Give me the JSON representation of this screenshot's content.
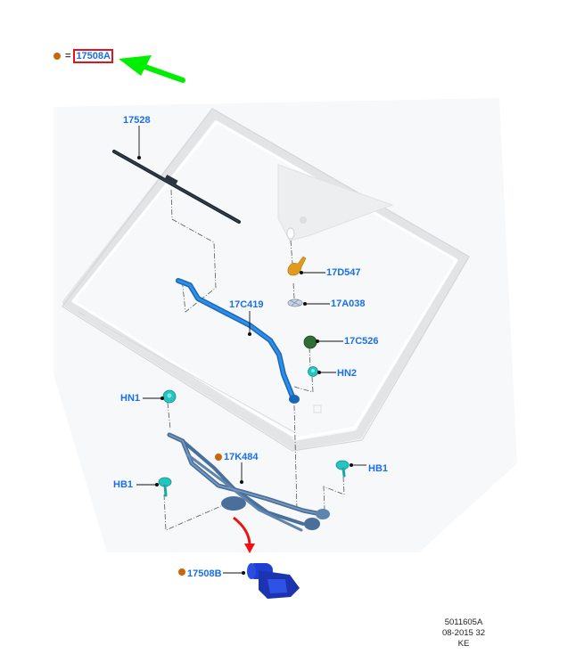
{
  "legend": {
    "marker_color": "#c8660c",
    "equals": "=",
    "part": "17508A",
    "highlight_color": "#e0161e",
    "pointer_arrow_color": "#00ee00"
  },
  "callouts": {
    "wiper_blade": "17528",
    "wiper_arm": "17C419",
    "arm_cover_top": "17D547",
    "retainer_clip": "17A038",
    "pivot_cap": "17C526",
    "nut_hn2": "HN2",
    "nut_hn1": "HN1",
    "linkage": "17K484",
    "bolt_hb1_left": "HB1",
    "bolt_hb1_right": "HB1",
    "motor": "17508B"
  },
  "colors": {
    "label": "#1a6fe8",
    "wiper_arm": "#1f7fd6",
    "linkage": "#4a6f9a",
    "motor": "#1f3fd0",
    "fastener": "#26c4c0",
    "cap": "#2f6e33",
    "arm_cover": "#e09a1e",
    "move_arrow": "#ee1111"
  },
  "footer": {
    "line1": "5011605A",
    "line2": "08-2015 32",
    "line3": "KE"
  }
}
